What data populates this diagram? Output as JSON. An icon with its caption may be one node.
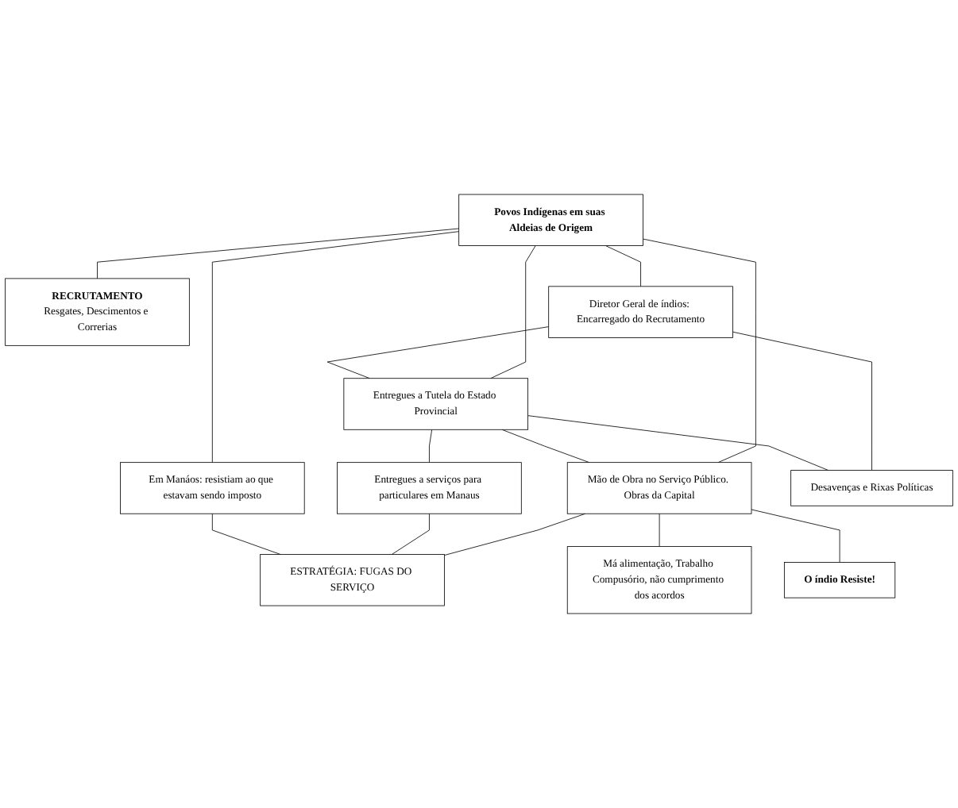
{
  "diagram": {
    "nodes": [
      {
        "text": [
          "Povos Indígenas em suas Aldeias de Origem"
        ]
      },
      {
        "text": [
          "Diretor Geral de índios: Encarregado do Recrutamento"
        ]
      },
      {
        "text": [
          "RECRUTAMENTO",
          "Resgates, Descimentos e Correrias"
        ]
      },
      {
        "text": [
          "Desavenças e Rixas Políticas"
        ]
      },
      {
        "text": [
          "Entregues a Tutela do Estado Provincial"
        ]
      },
      {
        "text": [
          "Mão de Obra no Serviço Público. Obras da Capital"
        ]
      },
      {
        "text": [
          "Entregues a serviços para particulares em Manaus"
        ]
      },
      {
        "text": [
          "Em Manáos: resistiam ao que estavam sendo imposto"
        ]
      },
      {
        "text": [
          "ESTRATÉGIA: FUGAS DO SERVIÇO"
        ]
      },
      {
        "text": [
          "Má alimentação, Trabalho Compusório, não cumprimento dos acordos"
        ]
      },
      {
        "text": [
          "O índio Resiste!"
        ]
      }
    ],
    "edges": [
      {
        "from": 0,
        "to": 1,
        "arrow": "none"
      },
      {
        "from": 0,
        "to": 2,
        "arrow": "none"
      },
      {
        "from": 0,
        "to": 4,
        "arrow": "none"
      },
      {
        "from": 1,
        "to": 4,
        "arrow": "none"
      },
      {
        "from": 1,
        "to": 3,
        "arrow": "none"
      },
      {
        "from": 4,
        "to": 3,
        "arrow": "none"
      },
      {
        "from": 0,
        "to": 7,
        "arrow": "none"
      },
      {
        "from": 0,
        "to": 5,
        "arrow": "none"
      },
      {
        "from": 4,
        "to": 5,
        "arrow": "none"
      },
      {
        "from": 4,
        "to": 6,
        "arrow": "none"
      },
      {
        "from": 5,
        "to": 8,
        "arrow": "none"
      },
      {
        "from": 6,
        "to": 8,
        "arrow": "none"
      },
      {
        "from": 7,
        "to": 8,
        "arrow": "none"
      },
      {
        "from": 5,
        "to": 9,
        "arrow": "none"
      },
      {
        "from": 5,
        "to": 10,
        "arrow": "none"
      }
    ]
  }
}
